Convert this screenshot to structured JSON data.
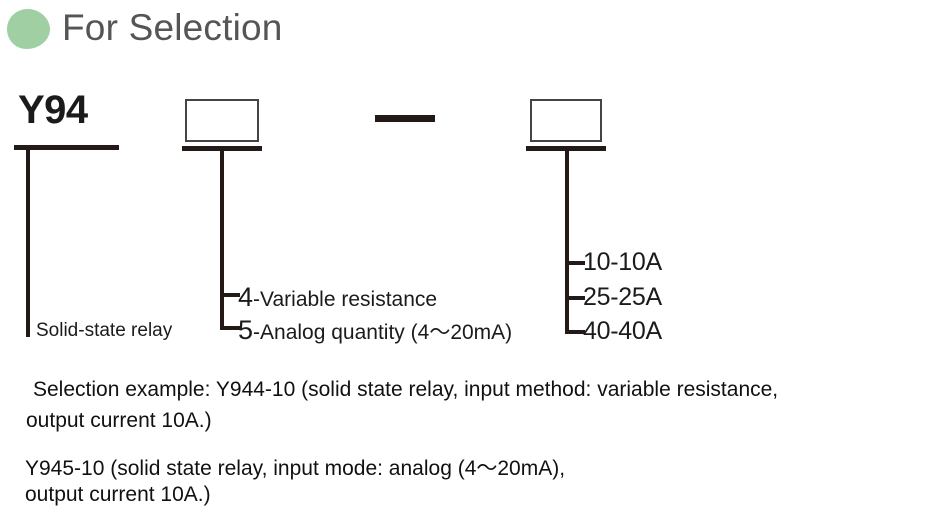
{
  "header": {
    "title": "For Selection",
    "icon": "leaf-icon",
    "icon_color": "#9fcfa2",
    "title_color": "#555555"
  },
  "diagram": {
    "series_code": "Y94",
    "series_label": "Solid-state relay",
    "separator": "-",
    "input_field": {
      "value": "",
      "options": [
        {
          "code": "4",
          "separator": "-",
          "desc": "Variable resistance"
        },
        {
          "code": "5",
          "separator": "-",
          "desc": "Analog quantity (4～20mA)"
        }
      ]
    },
    "output_field": {
      "value": "",
      "options": [
        {
          "label": "10-10A"
        },
        {
          "label": "25-25A"
        },
        {
          "label": "40-40A"
        }
      ]
    }
  },
  "notes": {
    "example_1": [
      "Selection example: Y944-10 (solid state relay, input method: variable resistance,",
      "output current 10A.)"
    ],
    "example_2": [
      "Y945-10 (solid state relay, input mode: analog (4～20mA),",
      "output current 10A.)"
    ]
  }
}
